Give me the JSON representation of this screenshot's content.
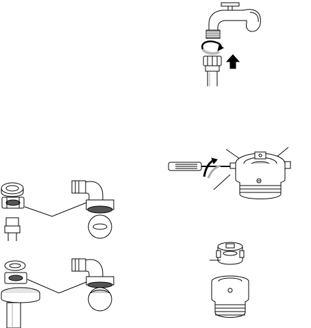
{
  "figures": [
    {
      "id": "faucet-connection",
      "parts": [
        "faucet",
        "hose-connector",
        "rotate-arrow",
        "push-up-arrow",
        "hose"
      ]
    },
    {
      "id": "adapter-screwdriver",
      "parts": [
        "screwdriver",
        "rotation-arrow",
        "faucet-adapter",
        "screws"
      ]
    },
    {
      "id": "hose-end-gasket-1",
      "parts": [
        "gasket",
        "hose-nut",
        "elbow-inlet",
        "gasket-callout"
      ]
    },
    {
      "id": "hose-end-gasket-2",
      "parts": [
        "gasket",
        "hose-nut",
        "elbow-inlet",
        "filter-callout"
      ]
    },
    {
      "id": "adapter-parts",
      "parts": [
        "rubber-gasket-insert",
        "threaded-adapter"
      ]
    }
  ],
  "colors": {
    "line": "#000000",
    "fill": "#ffffff",
    "shade": "#d9d9d9",
    "dark": "#555555"
  }
}
